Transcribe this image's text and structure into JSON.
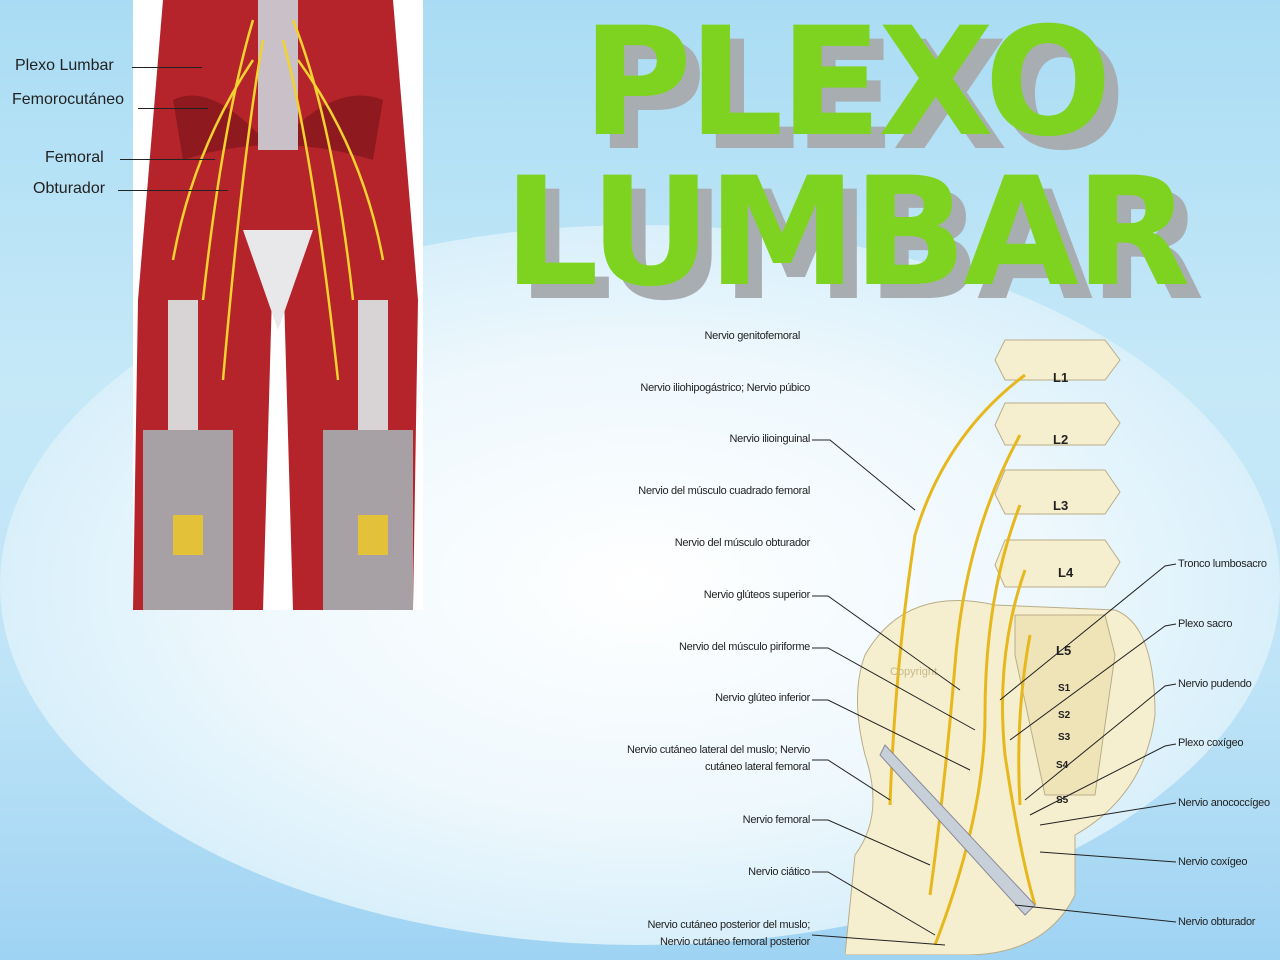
{
  "title": {
    "line1": "PLEXO",
    "line2": "LUMBAR",
    "color": "#7ed321",
    "shadow_color": "#a8adb2"
  },
  "left_figure": {
    "labels": [
      "Plexo Lumbar",
      "Femorocutáneo",
      "Femoral",
      "Obturador"
    ]
  },
  "right_figure": {
    "vertebrae": [
      "L1",
      "L2",
      "L3",
      "L4",
      "L5",
      "S1",
      "S2",
      "S3",
      "S4",
      "S5"
    ],
    "left_labels": [
      "Nervio genitofemoral",
      "Nervio iliohipogástrico; Nervio púbico",
      "Nervio ilioinguinal",
      "Nervio del músculo cuadrado femoral",
      "Nervio del músculo obturador",
      "Nervio glúteos superior",
      "Nervio del músculo piriforme",
      "Nervio glúteo inferior",
      "Nervio cutáneo lateral del muslo; Nervio cutáneo lateral femoral",
      "Nervio femoral",
      "Nervio ciático",
      "Nervio cutáneo posterior del muslo; Nervio cutáneo femoral posterior"
    ],
    "right_labels": [
      "Tronco lumbosacro",
      "Plexo sacro",
      "Nervio pudendo",
      "Plexo coxígeo",
      "Nervio anococcígeo",
      "Nervio coxígeo",
      "Nervio obturador"
    ],
    "watermark": "Copyright"
  }
}
